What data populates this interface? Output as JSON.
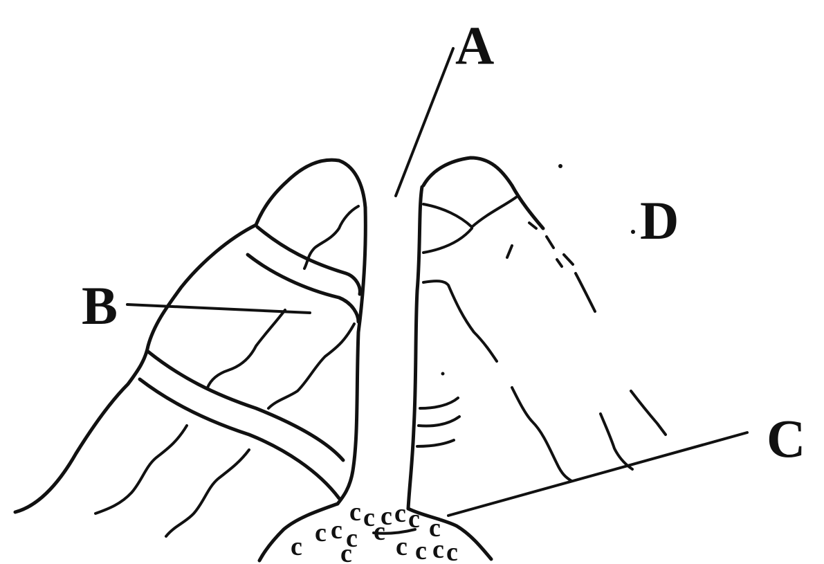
{
  "labels": {
    "a": "A",
    "b": "B",
    "c": "C",
    "d": "D"
  },
  "sediment_glyph": "c",
  "colors": {
    "ink": "#111111",
    "background": "#ffffff"
  }
}
